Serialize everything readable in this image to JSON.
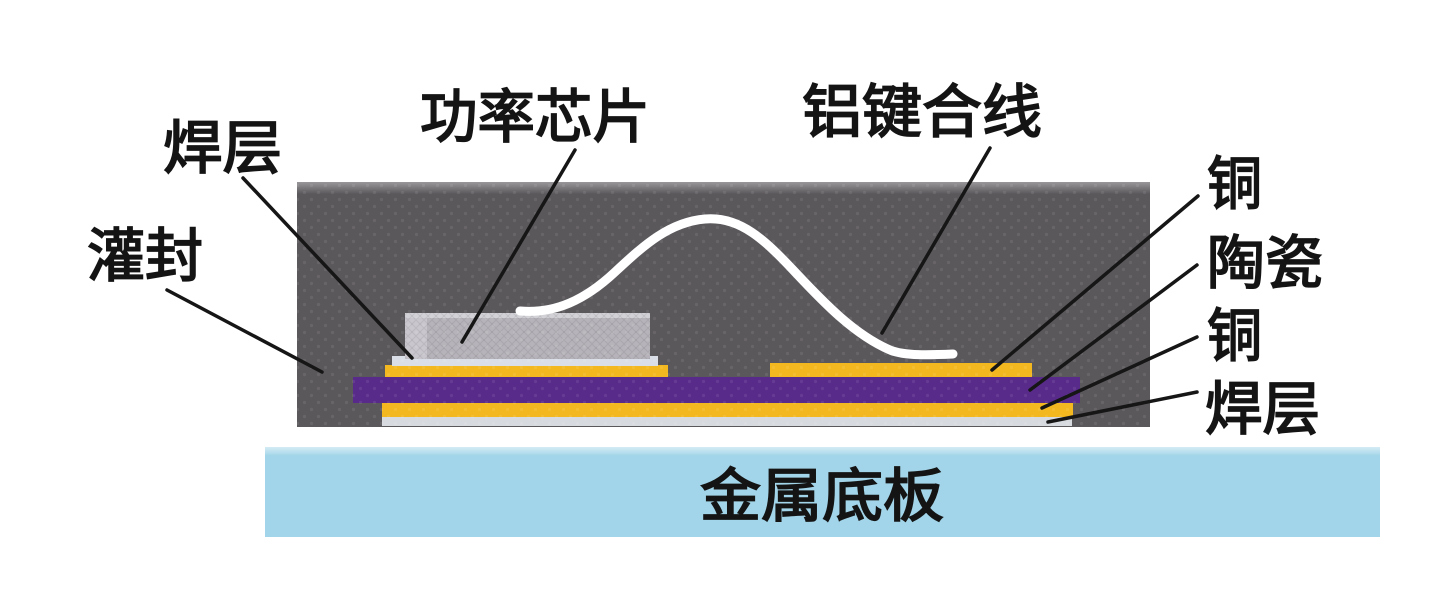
{
  "diagram": {
    "labels": {
      "potting": "灌封",
      "solder_die": "焊层",
      "power_chip": "功率芯片",
      "bond_wire": "铝键合线",
      "copper_top": "铜",
      "ceramic": "陶瓷",
      "copper_bottom": "铜",
      "solder_base": "焊层",
      "baseplate": "金属底板"
    },
    "colors": {
      "background": "#ffffff",
      "body": "#5b585c",
      "chip": "#b6b4ba",
      "chip_left": "#c9c7cd",
      "chip_top": "#d2d1d6",
      "die_solder": "#dadee6",
      "copper": "#f3b81f",
      "ceramic": "#582a8a",
      "base_solder": "#d7dade",
      "baseplate": "#a2d5e9",
      "wire": "#ffffff",
      "leader": "#161616",
      "text": "#141414"
    }
  }
}
